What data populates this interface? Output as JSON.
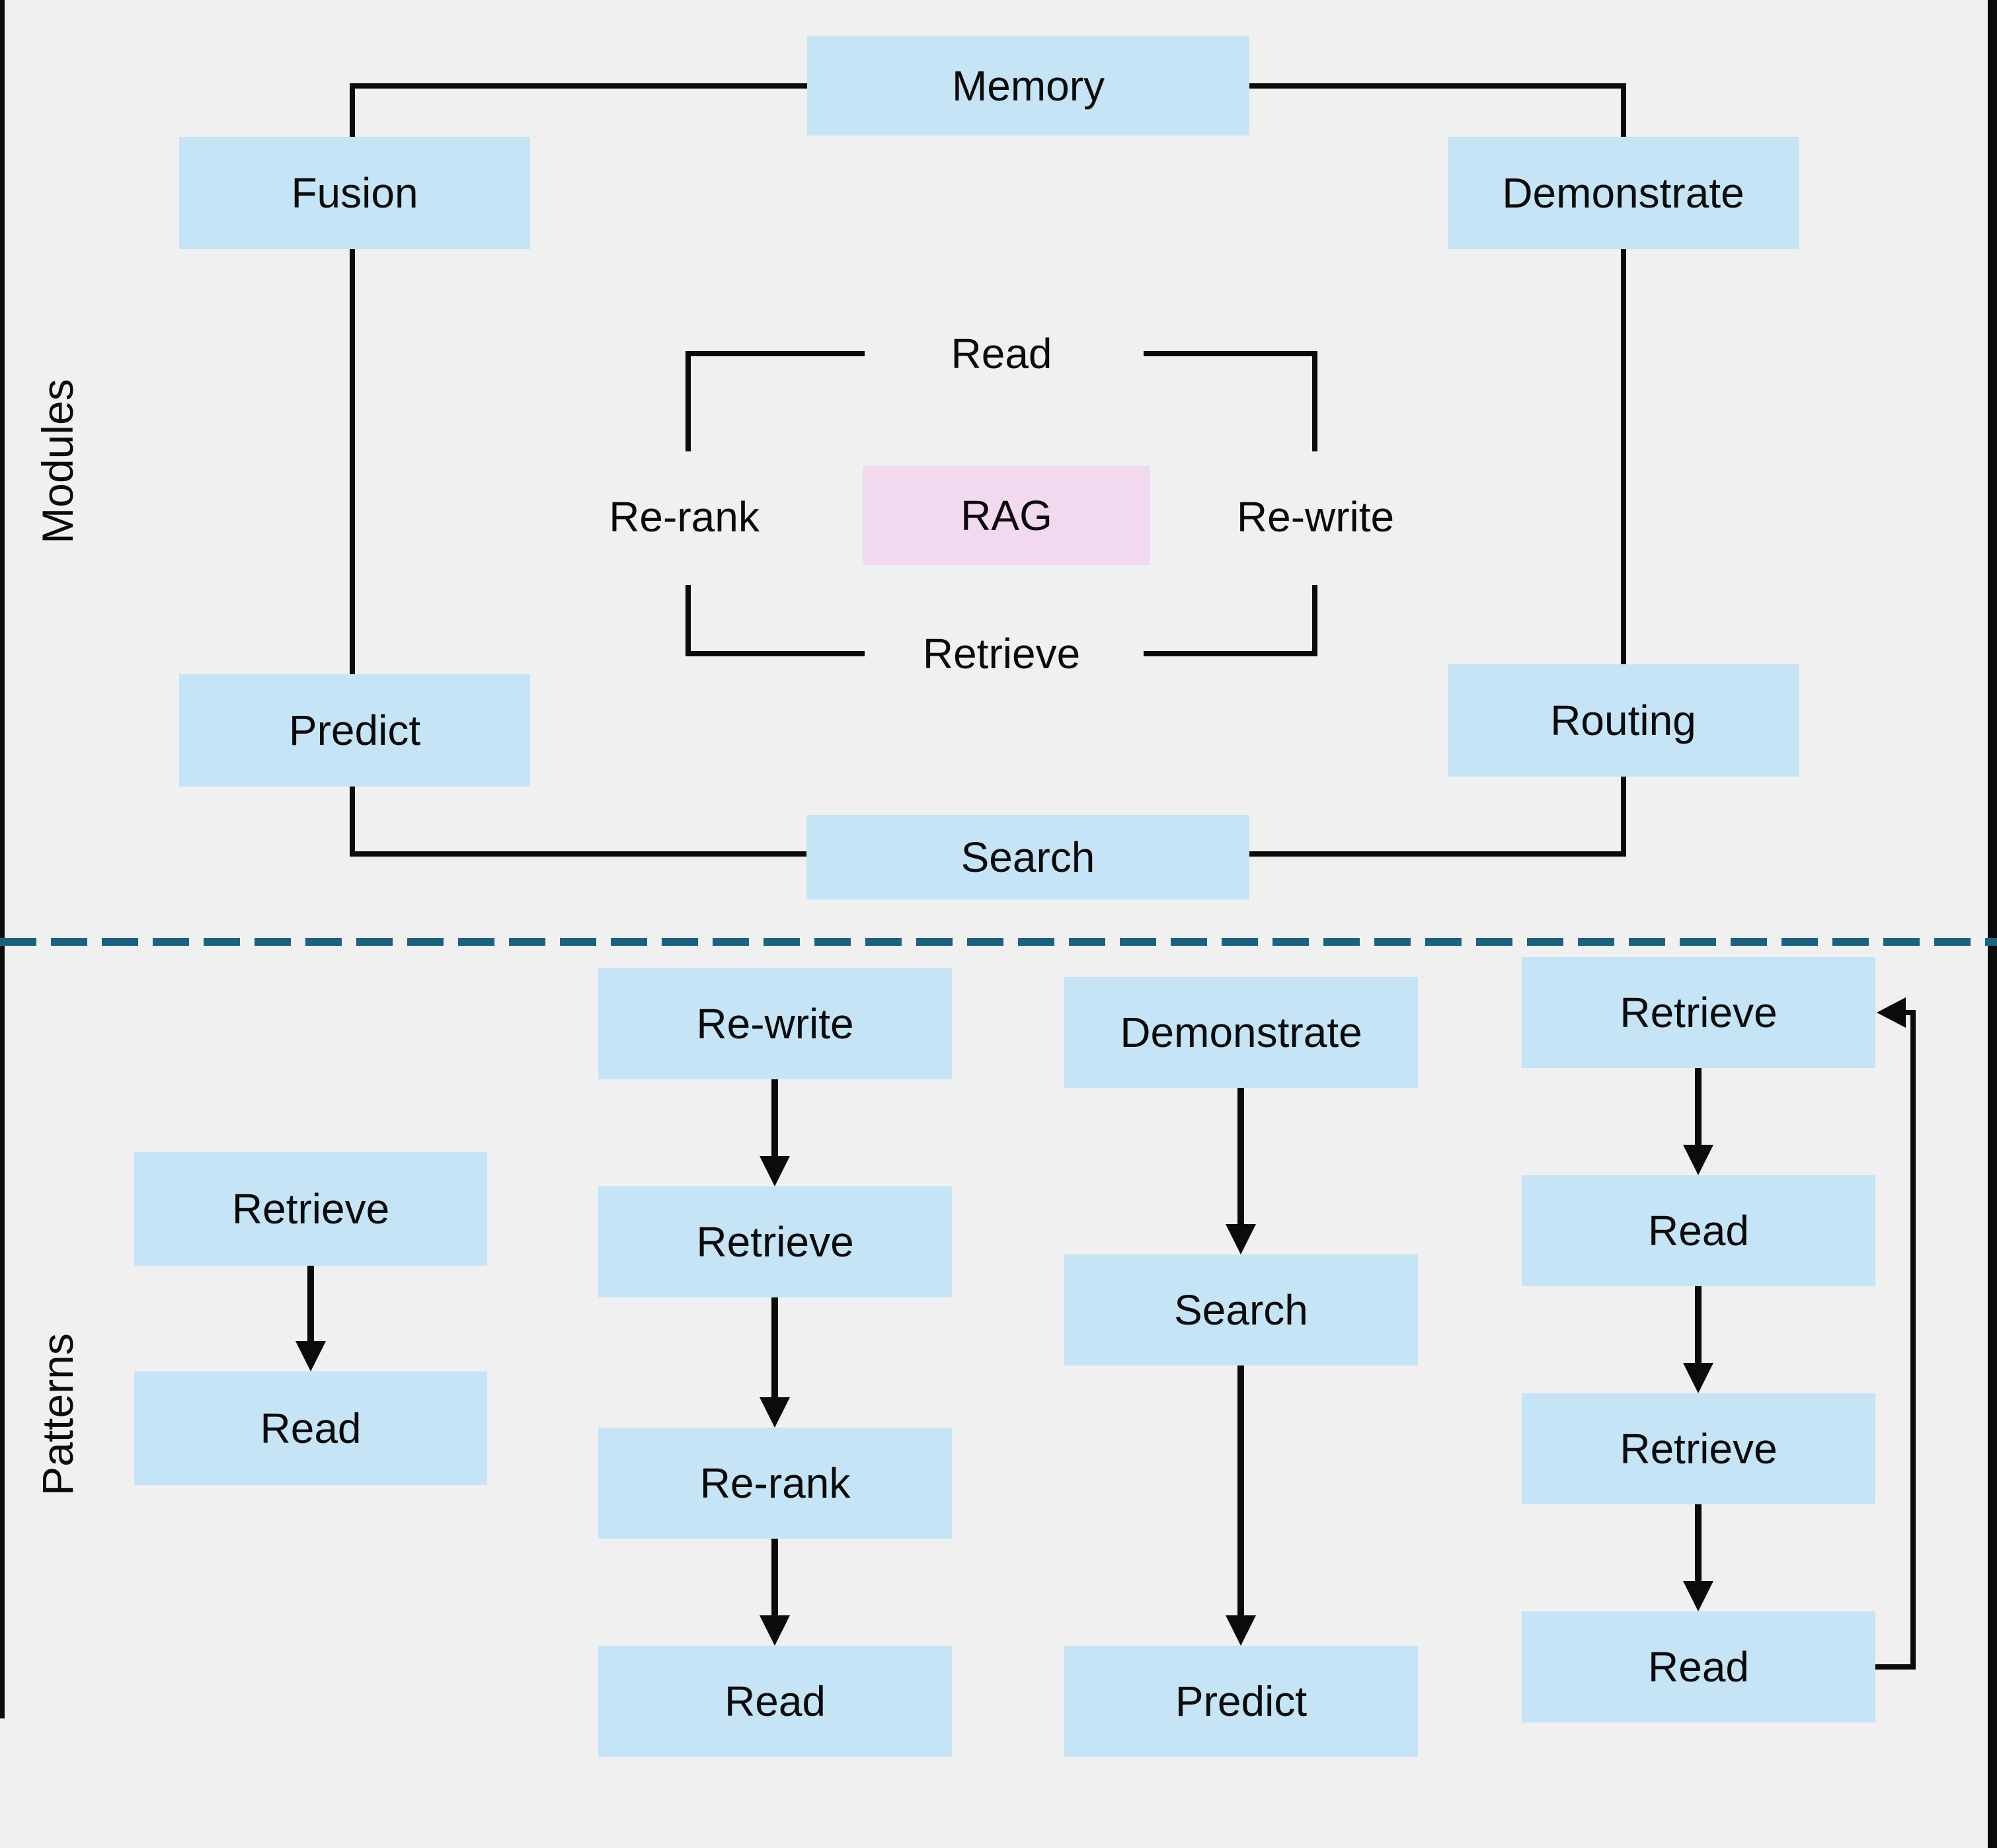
{
  "sections": {
    "modules_label": "Modules",
    "patterns_label": "Patterns"
  },
  "modules": {
    "memory": "Memory",
    "fusion": "Fusion",
    "demonstrate": "Demonstrate",
    "predict": "Predict",
    "routing": "Routing",
    "search": "Search",
    "rag": "RAG",
    "read": "Read",
    "rerank": "Re-rank",
    "rewrite": "Re-write",
    "retrieve": "Retrieve"
  },
  "patterns": {
    "columns": [
      {
        "steps": [
          "Retrieve",
          "Read"
        ]
      },
      {
        "steps": [
          "Re-write",
          "Retrieve",
          "Re-rank",
          "Read"
        ]
      },
      {
        "steps": [
          "Demonstrate",
          "Search",
          "Predict"
        ]
      },
      {
        "steps": [
          "Retrieve",
          "Read",
          "Retrieve",
          "Read"
        ],
        "loop": "loop-back from last Read to first Retrieve"
      }
    ]
  },
  "colors": {
    "background": "#F0F0F1",
    "box_blue": "#C5E4F5",
    "box_pink": "#F3D9EF",
    "line_black": "#0B0B0B",
    "divider_teal": "#1A6380"
  }
}
